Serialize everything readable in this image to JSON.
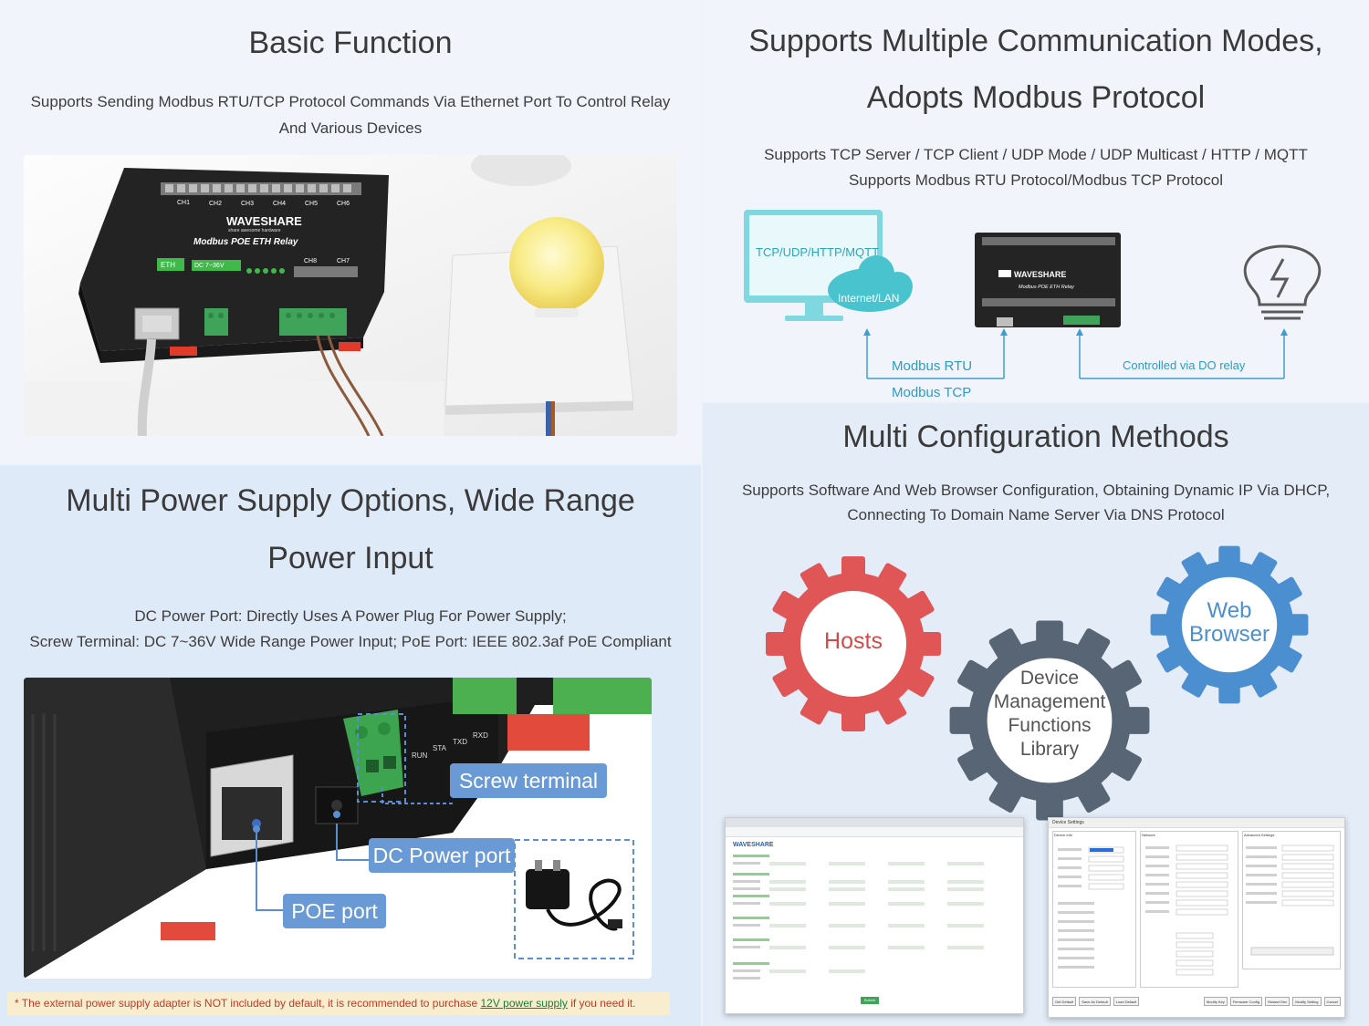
{
  "basic": {
    "title": "Basic Function",
    "subtitle_1": "Supports Sending Modbus RTU/TCP Protocol Commands Via Ethernet Port To Control Relay",
    "subtitle_2": "And Various Devices",
    "device_brand": "WAVESHARE",
    "device_tagline": "share awesome hardware",
    "device_model": "Modbus POE ETH Relay",
    "port_eth": "ETH",
    "port_dc": "DC 7~36V",
    "channels": [
      "CH1",
      "CH2",
      "CH3",
      "CH4",
      "CH5",
      "CH6",
      "CH8",
      "CH7"
    ]
  },
  "comm": {
    "title_1": "Supports Multiple Communication Modes,",
    "title_2": "Adopts Modbus Protocol",
    "subtitle_1": "Supports TCP Server / TCP Client / UDP Mode / UDP Multicast / HTTP / MQTT",
    "subtitle_2": "Supports Modbus RTU Protocol/Modbus TCP Protocol",
    "monitor_text": "TCP/UDP/HTTP/MQTT",
    "cloud_text": "Internet/LAN",
    "label_rtu": "Modbus RTU",
    "label_tcp": "Modbus TCP",
    "label_relay": "Controlled via DO relay"
  },
  "power": {
    "title_1": "Multi Power Supply Options, Wide Range",
    "title_2": "Power Input",
    "subtitle_1": "DC Power Port: Directly Uses A Power Plug For Power Supply;",
    "subtitle_2": "Screw Terminal: DC 7~36V Wide Range Power Input; PoE Port: IEEE 802.3af PoE Compliant",
    "callout_screw": "Screw terminal",
    "callout_dc": "DC Power port",
    "callout_poe": "POE port",
    "led_labels": [
      "RUN",
      "STA",
      "TXD",
      "RXD"
    ],
    "note_prefix": "* The external power supply adapter is NOT included by default, it is recommended to purchase ",
    "note_link": "12V power supply",
    "note_suffix": " if you need it."
  },
  "config": {
    "title": "Multi Configuration Methods",
    "subtitle_1": "Supports Software And Web Browser Configuration, Obtaining Dynamic IP Via DHCP,",
    "subtitle_2": "Connecting To Domain Name Server Via DNS Protocol",
    "gear_hosts": "Hosts",
    "gear_device": [
      "Device",
      "Management",
      "Functions",
      "Library"
    ],
    "gear_web": [
      "Web",
      "Browser"
    ],
    "colors": {
      "hosts": "#e05656",
      "device": "#576574",
      "web": "#4b8fd1"
    },
    "web_window": {
      "title": "WAVESHARE",
      "button": "Submit"
    },
    "sw_window": {
      "title": "Device Settings",
      "sections": [
        "Device Info",
        "Network",
        "Advanced Settings"
      ],
      "buttons": [
        "Get Default",
        "Save As Default",
        "Load Default",
        "Modify Key",
        "Firmware Config",
        "Restart Dev",
        "Modify Setting",
        "Cancel"
      ]
    }
  }
}
